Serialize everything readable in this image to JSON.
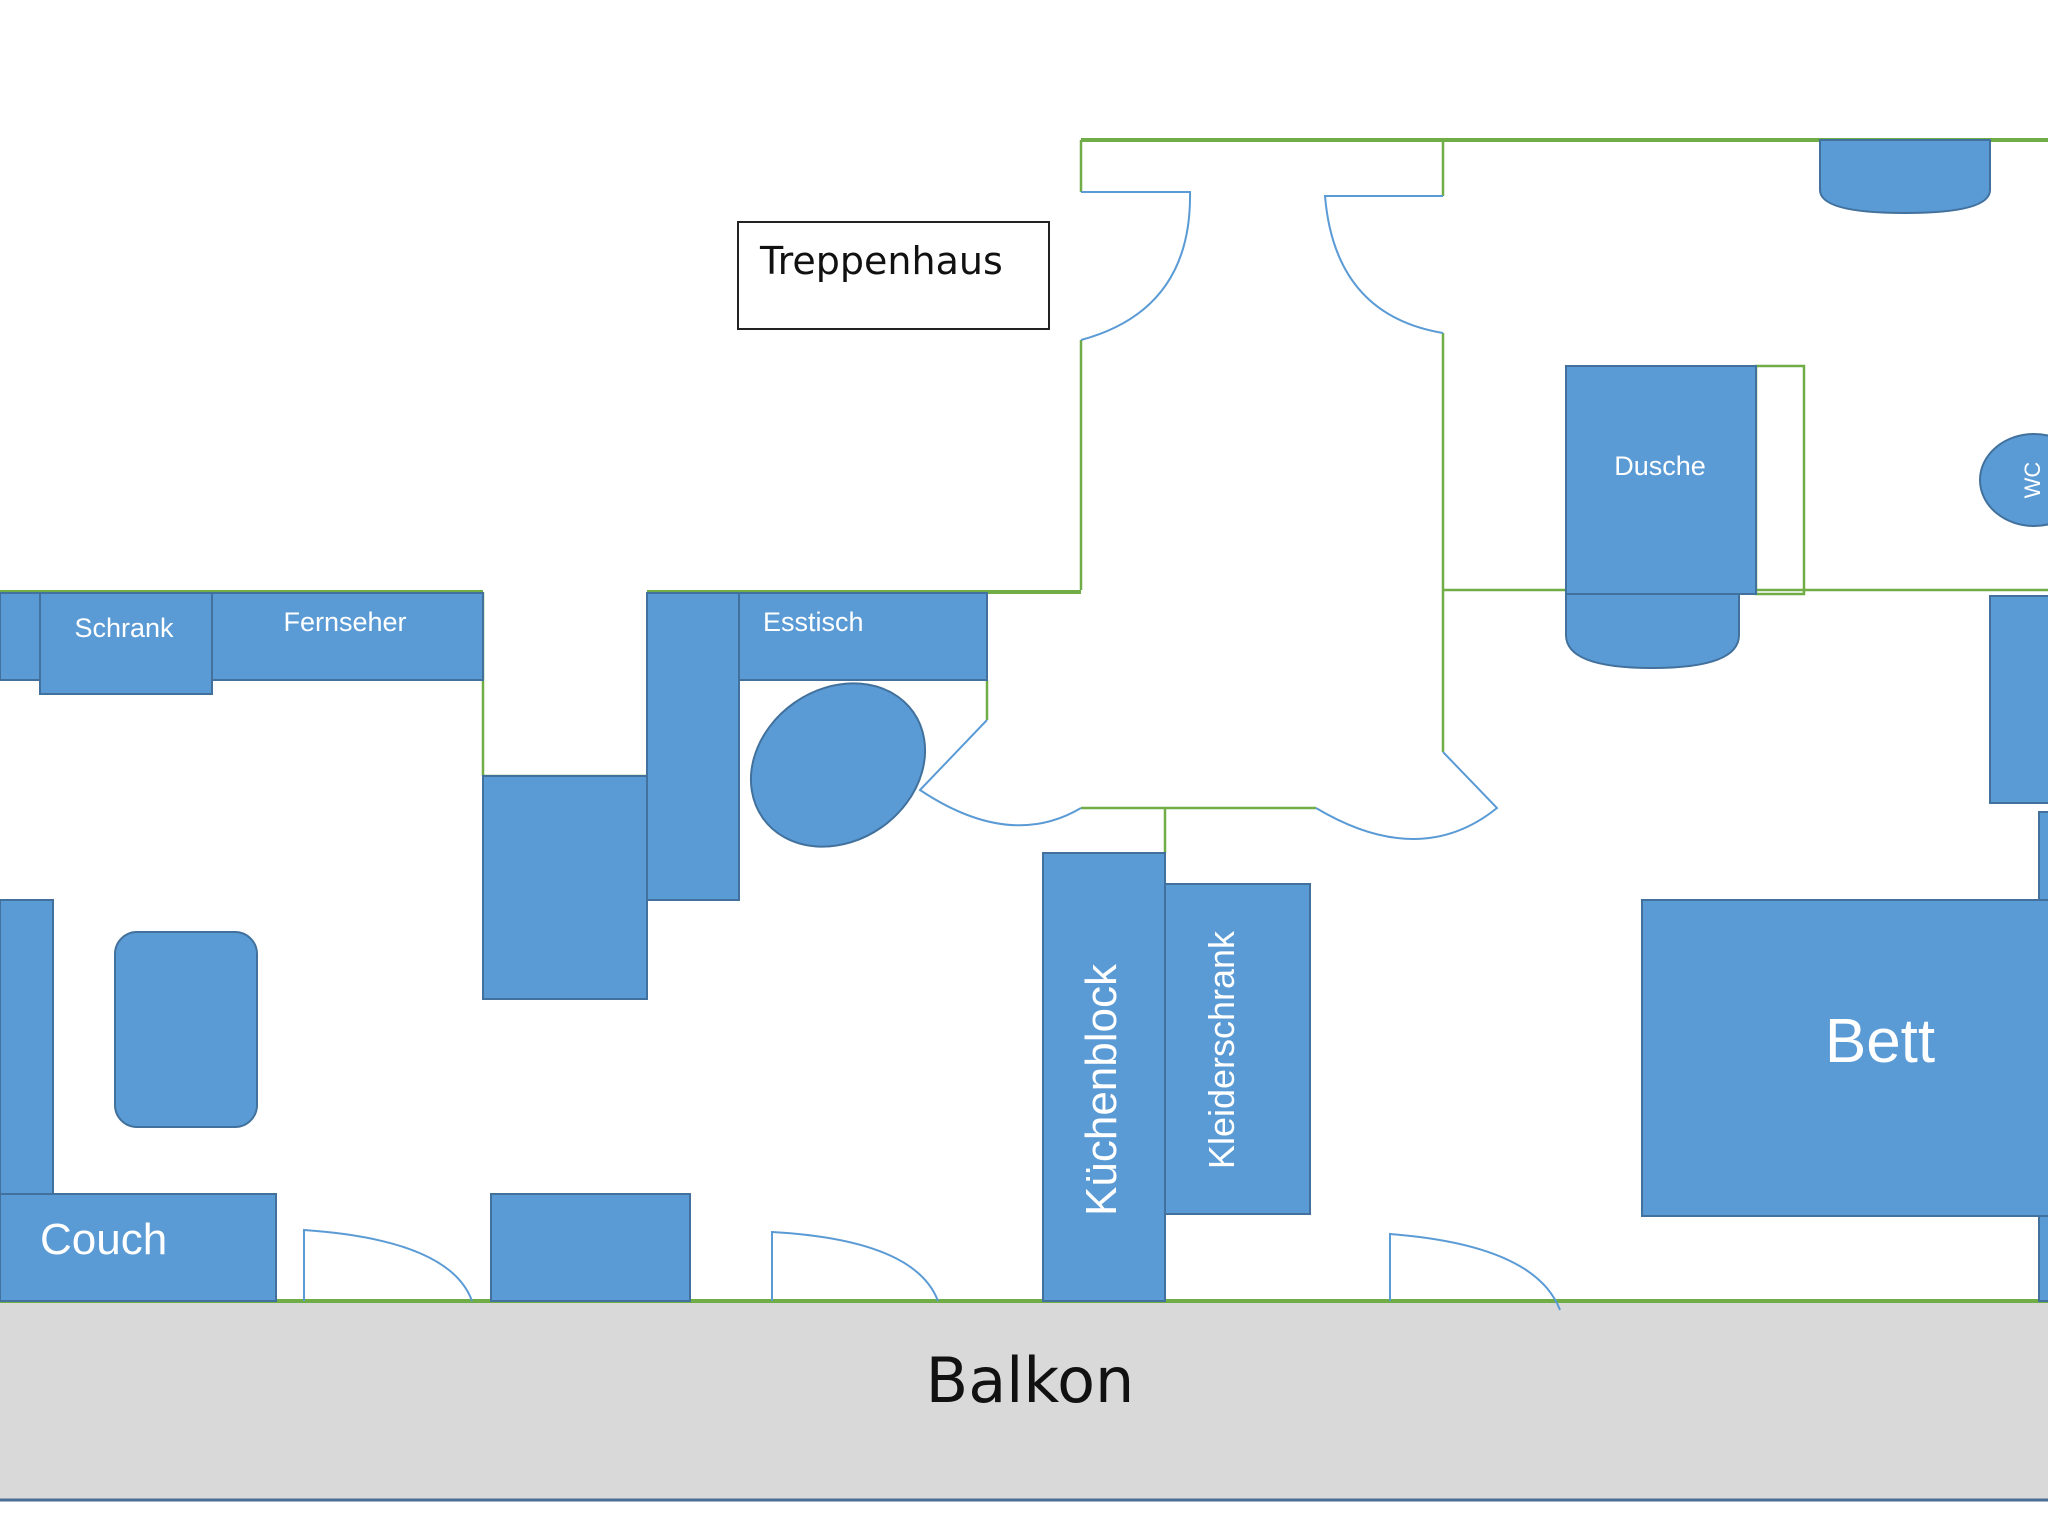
{
  "plan": {
    "rooms": {
      "stairwell": "Treppenhaus",
      "balcony": "Balkon"
    },
    "furniture": {
      "cabinet": "Schrank",
      "tv": "Fernseher",
      "dining_table": "Esstisch",
      "shower": "Dusche",
      "toilet": "WC",
      "couch": "Couch",
      "kitchen": "Küchenblock",
      "wardrobe": "Kleiderschrank",
      "bed": "Bett"
    },
    "colors": {
      "furniture": "#5b9bd5",
      "furniture_outline": "#41719c",
      "walls": "#70ad47",
      "balcony": "#d9d9d9"
    }
  }
}
